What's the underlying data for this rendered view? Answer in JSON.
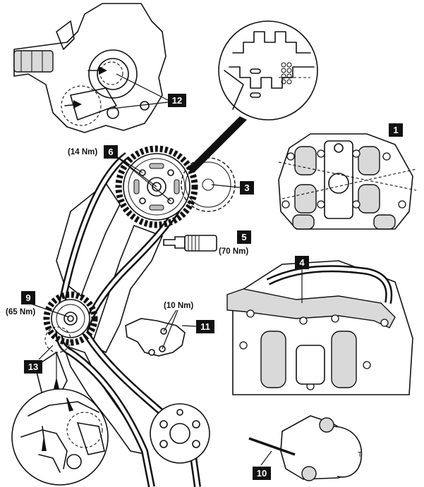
{
  "callouts": [
    {
      "id": "c1",
      "label": "1"
    },
    {
      "id": "c3",
      "label": "3"
    },
    {
      "id": "c4",
      "label": "4"
    },
    {
      "id": "c5",
      "label": "5"
    },
    {
      "id": "c6",
      "label": "6"
    },
    {
      "id": "c9",
      "label": "9"
    },
    {
      "id": "c10",
      "label": "10"
    },
    {
      "id": "c11",
      "label": "11"
    },
    {
      "id": "c12",
      "label": "12"
    },
    {
      "id": "c13",
      "label": "13"
    }
  ],
  "torques": {
    "t6": "(14 Nm)",
    "t5": "(70 Nm)",
    "t9": "(65 Nm)",
    "t11": "(10 Nm)"
  }
}
